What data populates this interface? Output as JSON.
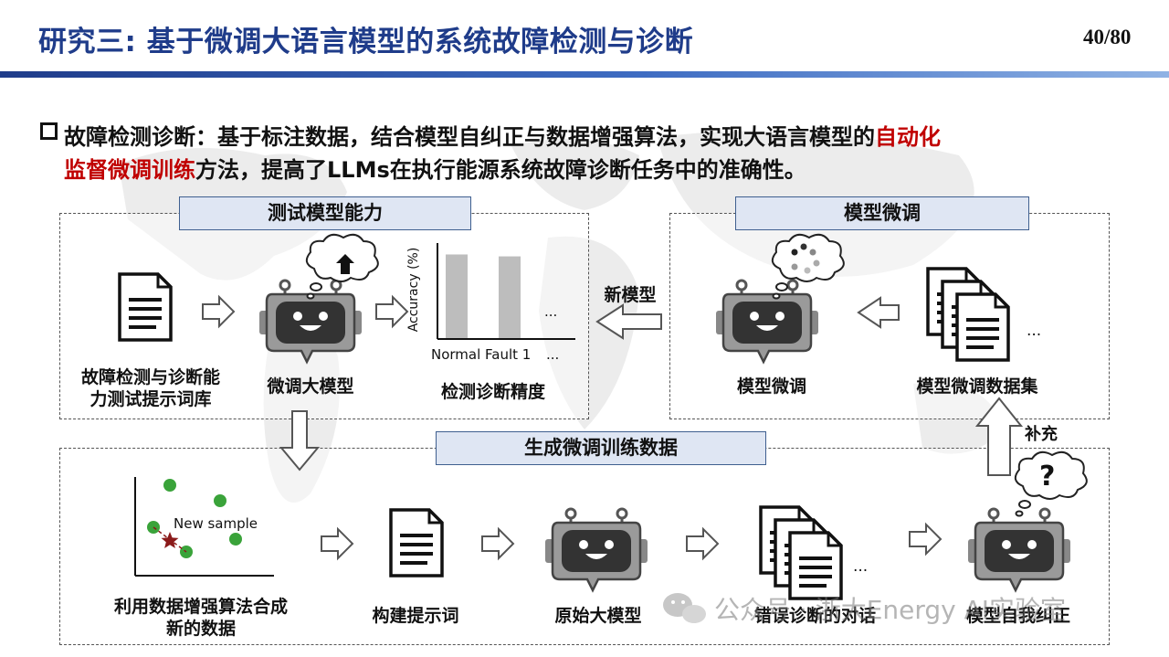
{
  "header": {
    "title": "研究三: 基于微调大语言模型的系统故障检测与诊断",
    "page_number": "40/80",
    "bar_color_dark": "#1f3c8a",
    "bar_color_light": "#8fb2e4"
  },
  "intro": {
    "line1_prefix": "故障检测诊断：基于标注数据，结合模型自纠正与数据增强算法，实现大语言模型的",
    "line1_highlight": "自动化",
    "line2_highlight": "监督微调训练",
    "line2_suffix": "方法，提高了LLMs在执行能源系统故障诊断任务中的准确性。",
    "highlight_color": "#c00000"
  },
  "sections": {
    "test": {
      "label": "测试模型能力",
      "doc_caption_1": "故障检测与诊断能",
      "doc_caption_2": "力测试提示词库",
      "llm_caption": "微调大模型",
      "chart_caption": "检测诊断精度",
      "chart_ylabel": "Accuracy (%)",
      "chart_xlabel": "Normal Fault 1",
      "chart_ellipsis": "...",
      "chart_xellipsis": "..."
    },
    "finetune": {
      "label": "模型微调",
      "arrow_label": "新模型",
      "llm_caption": "模型微调",
      "dataset_caption": "模型微调数据集",
      "dataset_ellipsis": "..."
    },
    "generate": {
      "label": "生成微调训练数据",
      "scatter_label": "New sample",
      "scatter_caption_1": "利用数据增强算法合成",
      "scatter_caption_2": "新的数据",
      "prompt_caption": "构建提示词",
      "orig_caption": "原始大模型",
      "dialog_caption": "错误诊断的对话",
      "dialog_ellipsis": "...",
      "self_correct_caption": "模型自我纠正",
      "supplement_label": "补充",
      "question_mark": "?"
    }
  },
  "watermark": {
    "text": "公众号 · 浙大Energy AI实验室"
  },
  "icons": {
    "document": "document-icon",
    "robot": "robot-icon",
    "thought": "thought-bubble-icon",
    "arrow": "block-arrow-icon",
    "wechat": "wechat-icon"
  },
  "chart_data": {
    "type": "bar",
    "categories": [
      "Normal",
      "Fault 1"
    ],
    "values": [
      88,
      86
    ],
    "ylabel": "Accuracy (%)",
    "ylim": [
      0,
      100
    ],
    "bar_color": "#bdbdbd"
  }
}
